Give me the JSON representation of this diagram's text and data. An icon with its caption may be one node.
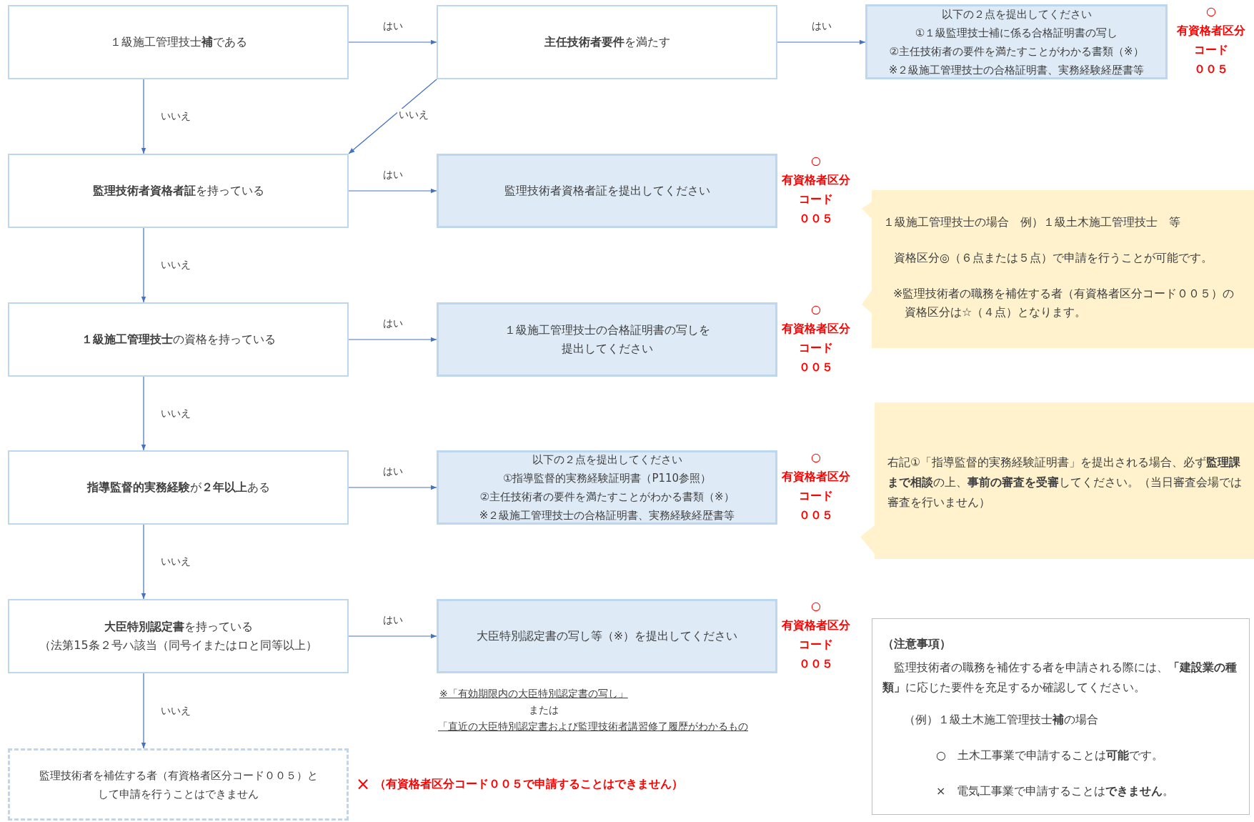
{
  "diagram": {
    "nodes": [
      {
        "text": [
          "１級施工管理技士**補**である"
        ]
      },
      {
        "text": [
          "**主任技術者要件**を満たす"
        ]
      },
      {
        "text": [
          "以下の２点を提出してください",
          "①１級監理技士補に係る合格証明書の写し",
          "②主任技術者の要件を満たすことがわかる書類（※）",
          "※２級施工管理技士の合格証明書、実務経験経歴書等"
        ],
        "beside": [
          "○",
          "有資格者区分",
          "コード",
          "００５"
        ]
      },
      {
        "text": [
          "**監理技術者資格者証**を持っている"
        ]
      },
      {
        "text": [
          "監理技術者資格者証を提出してください"
        ],
        "beside": [
          "○",
          "有資格者区分",
          "コード",
          "００５"
        ]
      },
      {
        "text": [
          "**１級施工管理技士**の資格を持っている"
        ]
      },
      {
        "text": [
          "１級施工管理技士の合格証明書の写しを提出してください"
        ],
        "beside": [
          "○",
          "有資格者区分",
          "コード",
          "００５"
        ]
      },
      {
        "text": [
          "**指導監督的実務経験**が**２年以上**ある"
        ]
      },
      {
        "text": [
          "以下の２点を提出してください",
          "①指導監督的実務経験証明書（P110参照）",
          "②主任技術者の要件を満たすことがわかる書類（※）",
          "※２級施工管理技士の合格証明書、実務経験経歴書等"
        ],
        "beside": [
          "○",
          "有資格者区分",
          "コード",
          "００５"
        ]
      },
      {
        "text": [
          "**大臣特別認定書**を持っている",
          "（法第15条２号ハ該当（同号イまたはロと同等以上）"
        ]
      },
      {
        "text": [
          "大臣特別認定書の写し等（※）を提出してください"
        ],
        "beside": [
          "○",
          "有資格者区分",
          "コード",
          "００５"
        ]
      },
      {
        "text": [
          "監理技術者を補佐する者（有資格者区分コード００５）として申請を行うことはできません"
        ],
        "beside": [
          "×",
          "（有資格者区分コード００５で申請することはできません）"
        ]
      },
      {
        "text": [
          "１級施工管理技士の場合　例）１級土木施工管理技士　等",
          "資格区分◎（６点または５点）で申請を行うことが可能です。",
          "※監理技術者の職務を補佐する者（有資格者区分コード００５）の資格区分は☆（４点）となります。"
        ]
      },
      {
        "text": [
          "右記①「指導監督的実務経験証明書」を提出される場合、必ず**監理課まで相談**の上、**事前の審査を受審**してください。（当日審査会場では審査を行いません）"
        ]
      },
      {
        "text": [
          "（注意事項）",
          "監理技術者の職務を補佐する者を申請される際には、**「建設業の種類」**に応じた要件を充足するか確認してください。",
          "（例）１級土木施工管理技士**補**の場合",
          "○　土木工事業で申請することは**可能**です。",
          "×　電気工事業で申請することは**できません**。"
        ]
      }
    ],
    "edges": [
      {
        "from": 0,
        "to": 1,
        "arrow": "to",
        "label": "はい"
      },
      {
        "from": 1,
        "to": 2,
        "arrow": "to",
        "label": "はい"
      },
      {
        "from": 0,
        "to": 3,
        "arrow": "to",
        "label": "いいえ"
      },
      {
        "from": 1,
        "to": 3,
        "arrow": "to",
        "label": "いいえ"
      },
      {
        "from": 3,
        "to": 4,
        "arrow": "to",
        "label": "はい"
      },
      {
        "from": 3,
        "to": 5,
        "arrow": "to",
        "label": "いいえ"
      },
      {
        "from": 5,
        "to": 6,
        "arrow": "to",
        "label": "はい"
      },
      {
        "from": 5,
        "to": 7,
        "arrow": "to",
        "label": "いいえ"
      },
      {
        "from": 7,
        "to": 8,
        "arrow": "to",
        "label": "はい"
      },
      {
        "from": 7,
        "to": 9,
        "arrow": "to",
        "label": "いいえ"
      },
      {
        "from": 9,
        "to": 10,
        "arrow": "to",
        "label": "はい"
      },
      {
        "from": 9,
        "to": 11,
        "arrow": "to",
        "label": "いいえ"
      }
    ],
    "labels": [
      "※「有効期限内の大臣特別認定書の写し」",
      "または",
      "「直近の大臣特別認定書および監理技術者講習修了履歴がわかるもの"
    ]
  }
}
